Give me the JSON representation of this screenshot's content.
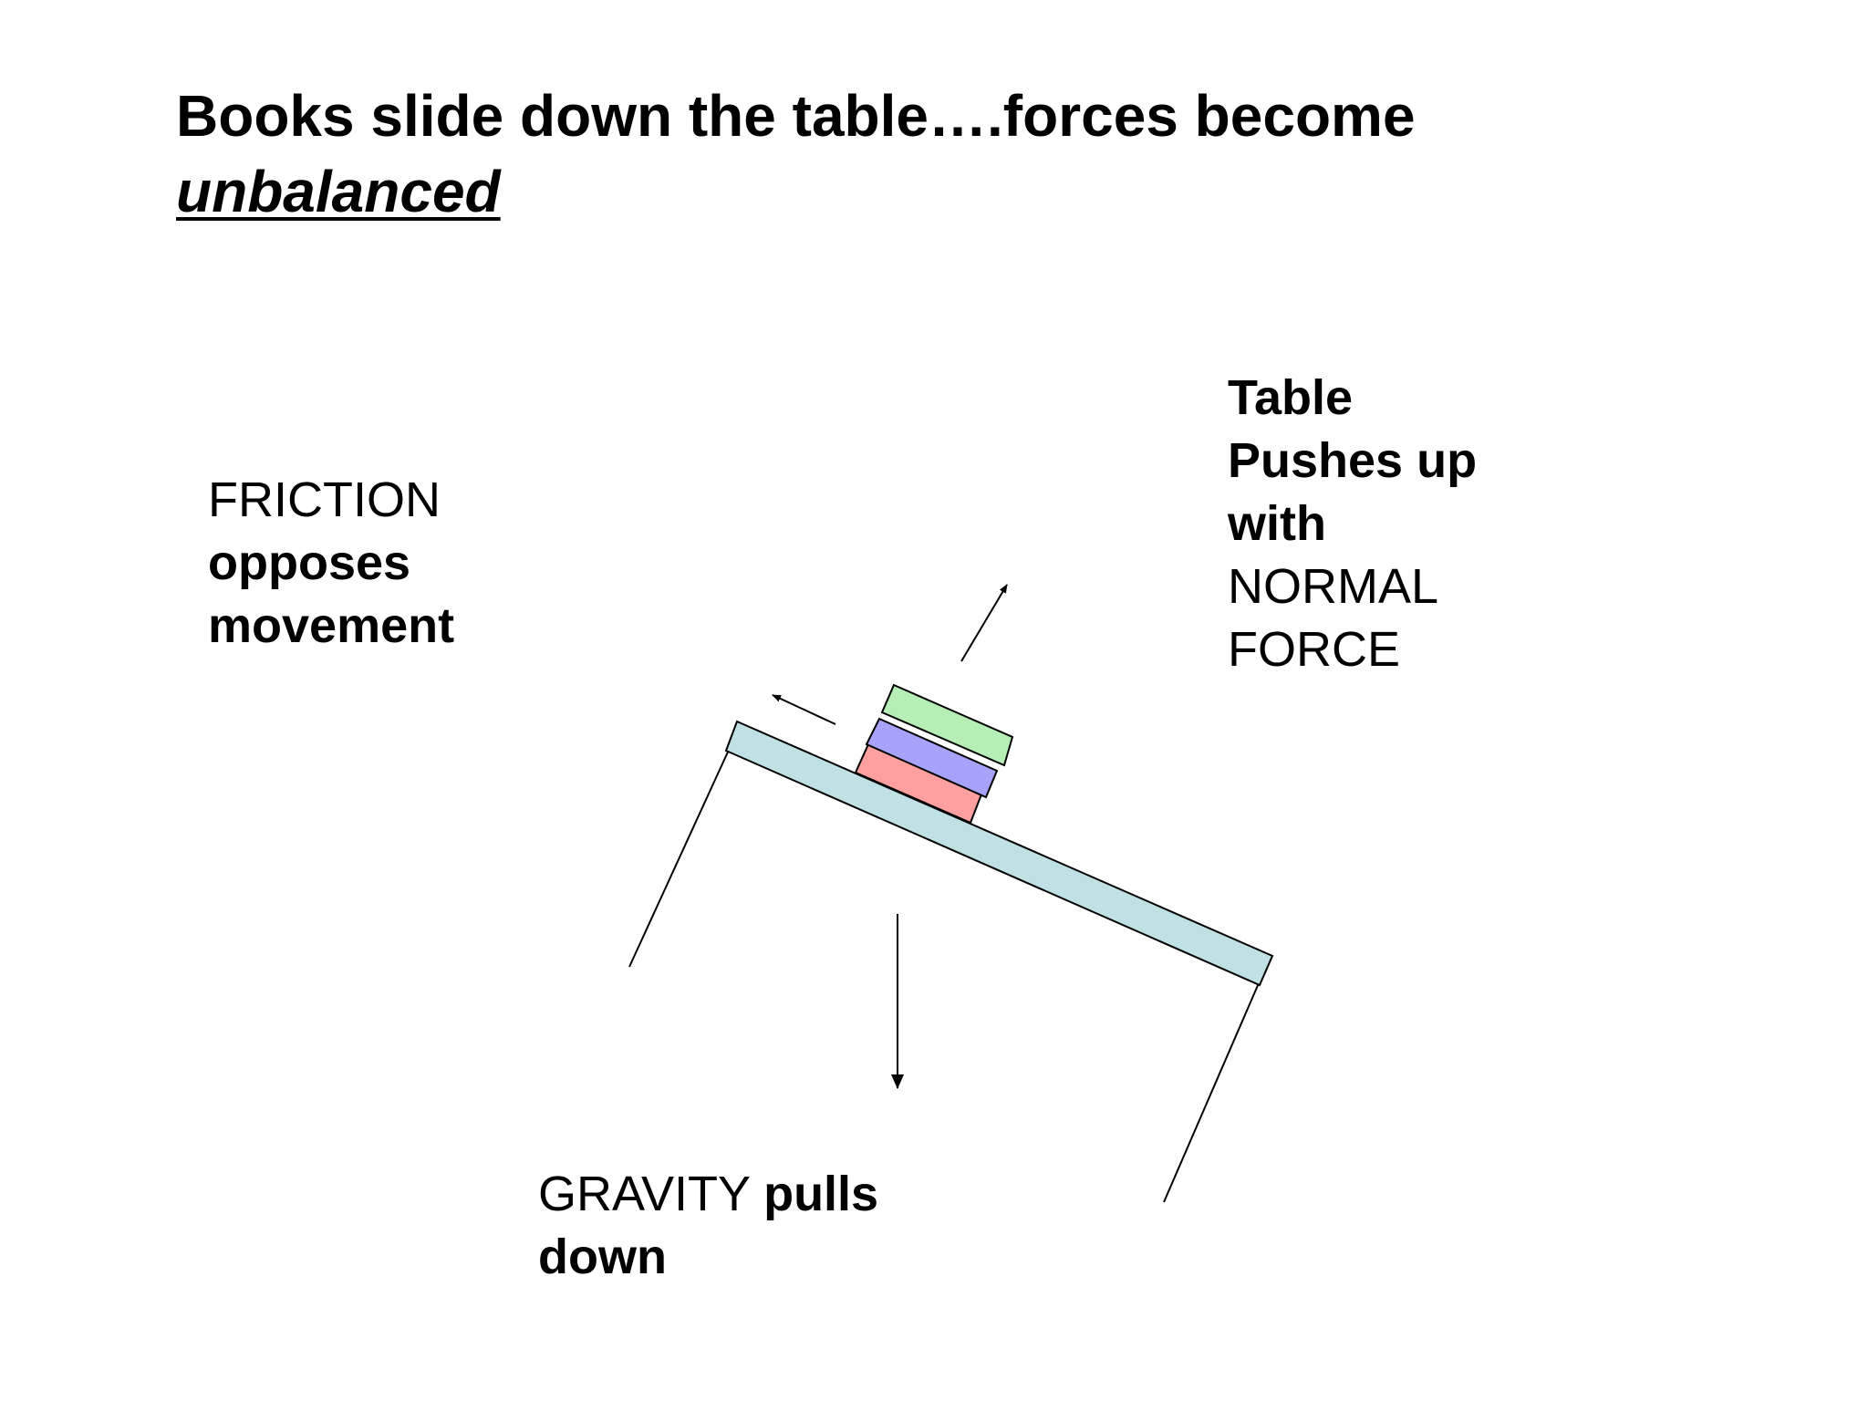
{
  "slide": {
    "title_main": "Books slide down the table….forces become",
    "title_emphasis": "unbalanced"
  },
  "labels": {
    "friction": {
      "line1": "FRICTION",
      "line2": "opposes",
      "line3": "movement"
    },
    "normal": {
      "line1": "Table",
      "line2": "Pushes up",
      "line3": "with",
      "line4": "NORMAL",
      "line5": "FORCE"
    },
    "gravity": {
      "word1": "GRAVITY",
      "word2": "pulls",
      "line2": "down"
    }
  },
  "colors": {
    "table_top": "#bfe1e4",
    "book_top": "#b5efb5",
    "book_middle": "#a7a3fb",
    "book_bottom": "#ff9f9f",
    "stroke": "#000000"
  }
}
